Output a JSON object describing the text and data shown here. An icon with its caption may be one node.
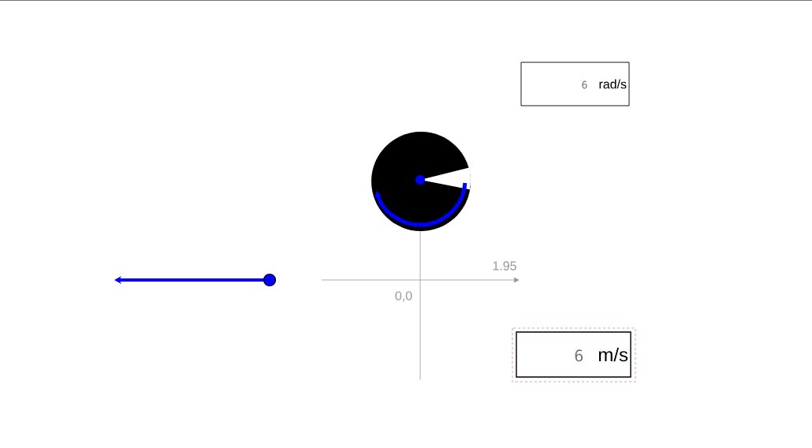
{
  "diagram": {
    "nodes": [
      {
        "text": [
          "6",
          "rad/s"
        ]
      },
      {
        "text": [
          "6",
          "m/s"
        ]
      }
    ],
    "labels": [
      "1.95",
      "0,0"
    ]
  }
}
